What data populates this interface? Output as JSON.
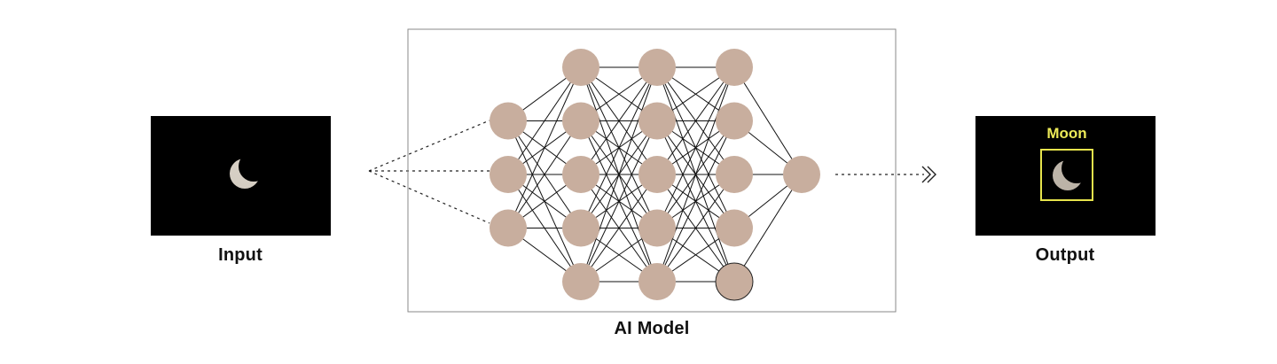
{
  "labels": {
    "input": "Input",
    "output": "Output",
    "model": "AI Model",
    "detection": "Moon"
  },
  "network": {
    "layers": [
      3,
      5,
      5,
      5,
      1
    ]
  },
  "colors": {
    "node": "#c8ae9e",
    "edge": "#111111",
    "frame": "#8a8a8a",
    "image_bg": "#000000",
    "detection_box": "#e6e34c",
    "detection_text": "#ecea58"
  },
  "icons": {
    "input_image": "crescent-moon-icon",
    "output_image": "crescent-moon-icon",
    "arrow": "double-chevron-right-icon"
  }
}
